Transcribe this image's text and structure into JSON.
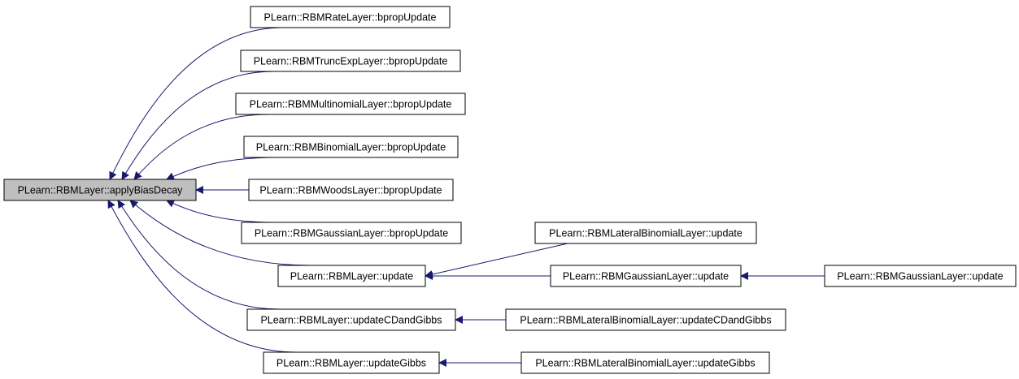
{
  "graph": {
    "edge_color": "#191970",
    "node_border_color": "#000000",
    "root_fill": "#bfbfbf",
    "node_fill": "#ffffff",
    "nodes": [
      {
        "id": "root",
        "label": "PLearn::RBMLayer::applyBiasDecay",
        "icon": "none"
      },
      {
        "id": "n1",
        "label": "PLearn::RBMRateLayer::bpropUpdate"
      },
      {
        "id": "n2",
        "label": "PLearn::RBMTruncExpLayer::bpropUpdate"
      },
      {
        "id": "n3",
        "label": "PLearn::RBMMultinomialLayer::bpropUpdate"
      },
      {
        "id": "n4",
        "label": "PLearn::RBMBinomialLayer::bpropUpdate"
      },
      {
        "id": "n5",
        "label": "PLearn::RBMWoodsLayer::bpropUpdate"
      },
      {
        "id": "n6",
        "label": "PLearn::RBMGaussianLayer::bpropUpdate"
      },
      {
        "id": "n7",
        "label": "PLearn::RBMLayer::update"
      },
      {
        "id": "n8",
        "label": "PLearn::RBMLayer::updateCDandGibbs"
      },
      {
        "id": "n9",
        "label": "PLearn::RBMLayer::updateGibbs"
      },
      {
        "id": "n10",
        "label": "PLearn::RBMLateralBinomialLayer::update"
      },
      {
        "id": "n11",
        "label": "PLearn::RBMGaussianLayer::update"
      },
      {
        "id": "n12",
        "label": "PLearn::RBMGaussianLayer::update"
      },
      {
        "id": "n13",
        "label": "PLearn::RBMLateralBinomialLayer::updateCDandGibbs"
      },
      {
        "id": "n14",
        "label": "PLearn::RBMLateralBinomialLayer::updateGibbs"
      }
    ],
    "edges": [
      {
        "from": "n1",
        "to": "root"
      },
      {
        "from": "n2",
        "to": "root"
      },
      {
        "from": "n3",
        "to": "root"
      },
      {
        "from": "n4",
        "to": "root"
      },
      {
        "from": "n5",
        "to": "root"
      },
      {
        "from": "n6",
        "to": "root"
      },
      {
        "from": "n7",
        "to": "root"
      },
      {
        "from": "n8",
        "to": "root"
      },
      {
        "from": "n9",
        "to": "root"
      },
      {
        "from": "n10",
        "to": "n7"
      },
      {
        "from": "n11",
        "to": "n7"
      },
      {
        "from": "n12",
        "to": "n11"
      },
      {
        "from": "n13",
        "to": "n8"
      },
      {
        "from": "n14",
        "to": "n9"
      }
    ]
  }
}
